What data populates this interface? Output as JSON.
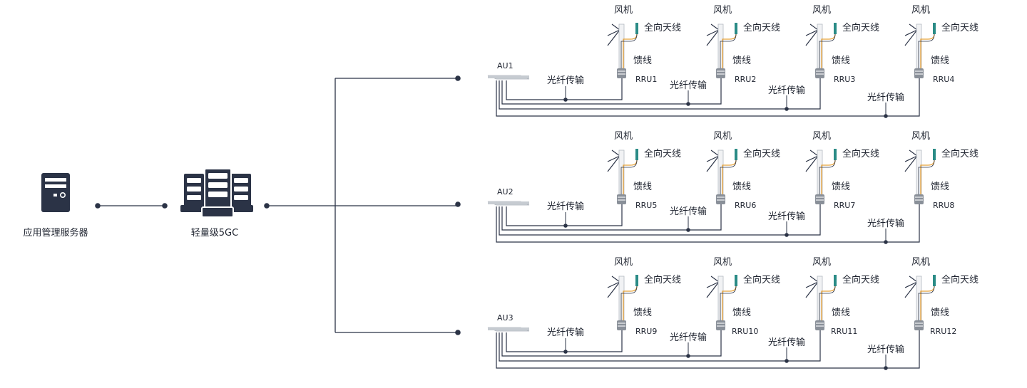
{
  "colors": {
    "line": "#2b3346",
    "dot": "#2b3346",
    "icon_dark": "#2b3346",
    "antenna": "#2a8b86",
    "feeder": "#e8a33a",
    "device": "#a8aeb7"
  },
  "nodes": {
    "app_server": {
      "label": "应用管理服务器",
      "icon": "server-tower-icon"
    },
    "core": {
      "label": "轻量级5GC",
      "icon": "server-rack-icon"
    }
  },
  "labels": {
    "wind_turbine": "风机",
    "omni_antenna": "全向天线",
    "feeder": "馈线",
    "fiber": "光纤传输"
  },
  "groups": [
    {
      "au": "AU1",
      "rrus": [
        "RRU1",
        "RRU2",
        "RRU3",
        "RRU4"
      ]
    },
    {
      "au": "AU2",
      "rrus": [
        "RRU5",
        "RRU6",
        "RRU7",
        "RRU8"
      ]
    },
    {
      "au": "AU3",
      "rrus": [
        "RRU9",
        "RRU10",
        "RRU11",
        "RRU12"
      ]
    }
  ]
}
